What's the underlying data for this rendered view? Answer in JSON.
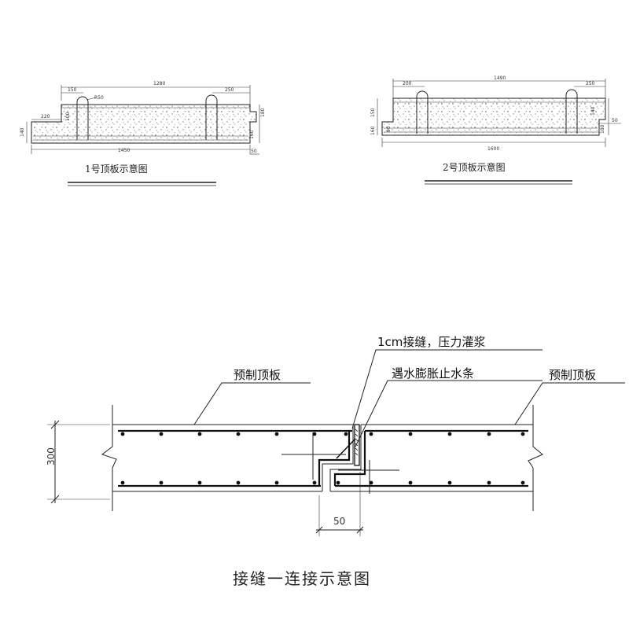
{
  "panel1": {
    "caption": "1号顶板示意图",
    "dims": {
      "top_total": "1280",
      "top_left": "150",
      "top_right": "250",
      "radius": "R50",
      "left_step": "220",
      "left_h": "140",
      "inner_h": "100",
      "right_h1": "180",
      "right_h2": "160",
      "bottom_total": "1450",
      "bottom_right": "50"
    }
  },
  "panel2": {
    "caption": "2号顶板示意图",
    "dims": {
      "top_total": "1490",
      "top_left": "200",
      "top_right": "250",
      "left_h1": "150",
      "left_h2": "160",
      "left_small": "90",
      "right_h1": "140",
      "right_h2": "180",
      "right_w": "50",
      "bottom_total": "1600"
    }
  },
  "joint": {
    "caption": "接缝一连接示意图",
    "label_grout": "1cm接缝，压力灌浆",
    "label_waterstop": "遇水膨胀止水条",
    "label_left_slab": "预制顶板",
    "label_right_slab": "预制顶板",
    "dim_height": "300",
    "dim_gap": "50"
  }
}
